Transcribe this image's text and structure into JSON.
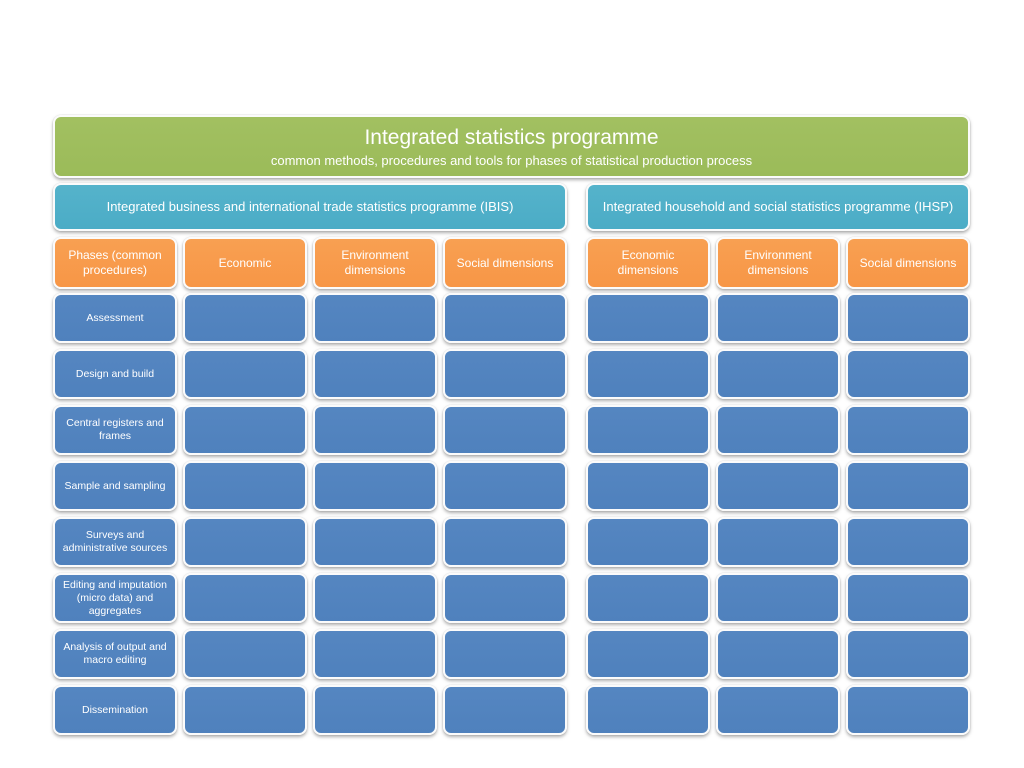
{
  "colors": {
    "green": "#9bbb59",
    "teal": "#4bacc6",
    "orange": "#f79646",
    "blue": "#4f81bd"
  },
  "header": {
    "title": "Integrated statistics programme",
    "subtitle": "common methods, procedures and tools for phases of statistical production process"
  },
  "programmes": [
    {
      "label": "Integrated business and international trade statistics programme (IBIS)"
    },
    {
      "label": "Integrated household and social statistics programme (IHSP)"
    }
  ],
  "columns": [
    "Phases (common procedures)",
    "Economic",
    "Environment dimensions",
    "Social dimensions",
    "Economic dimensions",
    "Environment dimensions",
    "Social dimensions"
  ],
  "phases": [
    "Assessment",
    "Design and build",
    "Central registers and frames",
    "Sample and sampling",
    "Surveys and administrative sources",
    "Editing and imputation (micro data)  and aggregates",
    "Analysis of output and macro editing",
    "Dissemination"
  ]
}
